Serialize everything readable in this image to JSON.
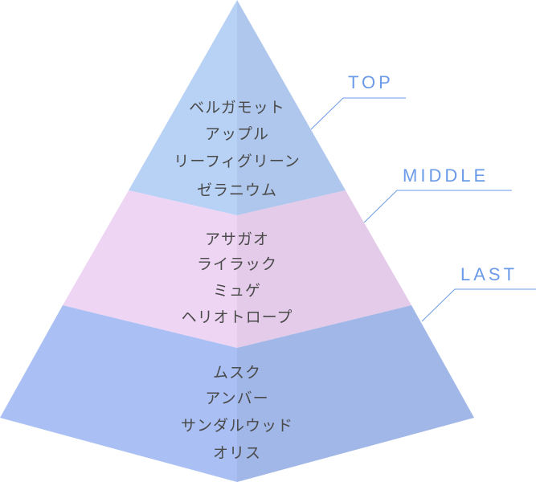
{
  "tiers": [
    {
      "label": "TOP",
      "items": [
        "ベルガモット",
        "アップル",
        "リーフィグリーン",
        "ゼラニウム"
      ],
      "color_left": "#b8d2f6",
      "color_right": "#afc7ec"
    },
    {
      "label": "MIDDLE",
      "items": [
        "アサガオ",
        "ライラック",
        "ミュゲ",
        "ヘリオトロープ"
      ],
      "color_left": "#efd5f4",
      "color_right": "#e4cbe9"
    },
    {
      "label": "LAST",
      "items": [
        "ムスク",
        "アンバー",
        "サンダルウッド",
        "オリス"
      ],
      "color_left": "#aac0f4",
      "color_right": "#a1b7e7"
    }
  ],
  "accent": "#6b9be8"
}
